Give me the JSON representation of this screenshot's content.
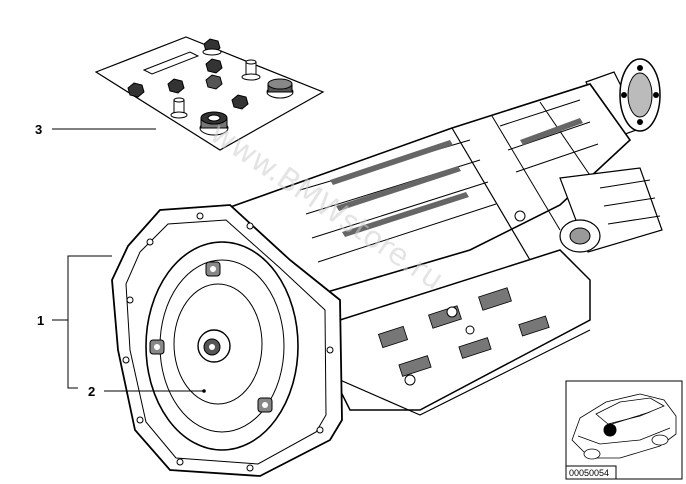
{
  "callouts": {
    "part_1": "1",
    "part_2": "2",
    "part_3": "3"
  },
  "watermark": "www.BMWstore.ru",
  "thumbnail": {
    "reference_number": "00050054"
  },
  "colors": {
    "line": "#000000",
    "background": "#ffffff",
    "watermark": "#cfcfcf"
  }
}
